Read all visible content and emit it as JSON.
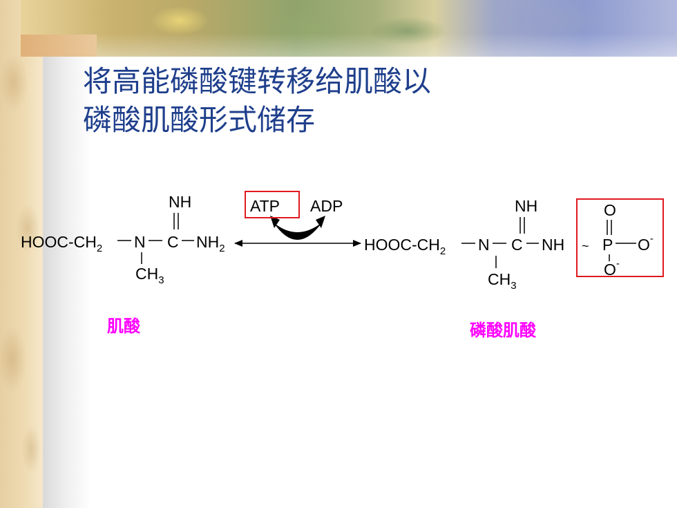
{
  "slide": {
    "title_line1": "将高能磷酸键转移给肌酸以",
    "title_line2": "磷酸肌酸形式储存"
  },
  "reaction": {
    "reactant": {
      "prefix": "HOOC-CH",
      "sub2": "2",
      "n": "N",
      "c": "C",
      "nh": "NH",
      "nh2": "NH",
      "nh2_sub": "2",
      "ch3": "CH",
      "ch3_sub": "3",
      "name": "肌酸"
    },
    "cofactors": {
      "atp": "ATP",
      "adp": "ADP"
    },
    "product": {
      "prefix": "HOOC-CH",
      "sub2": "2",
      "n": "N",
      "c": "C",
      "nh": "NH",
      "nh_link": "NH",
      "tilde": "~",
      "p": "P",
      "o_top": "O",
      "o_right": "O",
      "o_bottom": "O",
      "charge": "-",
      "ch3": "CH",
      "ch3_sub": "3",
      "name": "磷酸肌酸"
    },
    "highlight_color": "#e0181f",
    "label_color": "#ff00ff"
  }
}
